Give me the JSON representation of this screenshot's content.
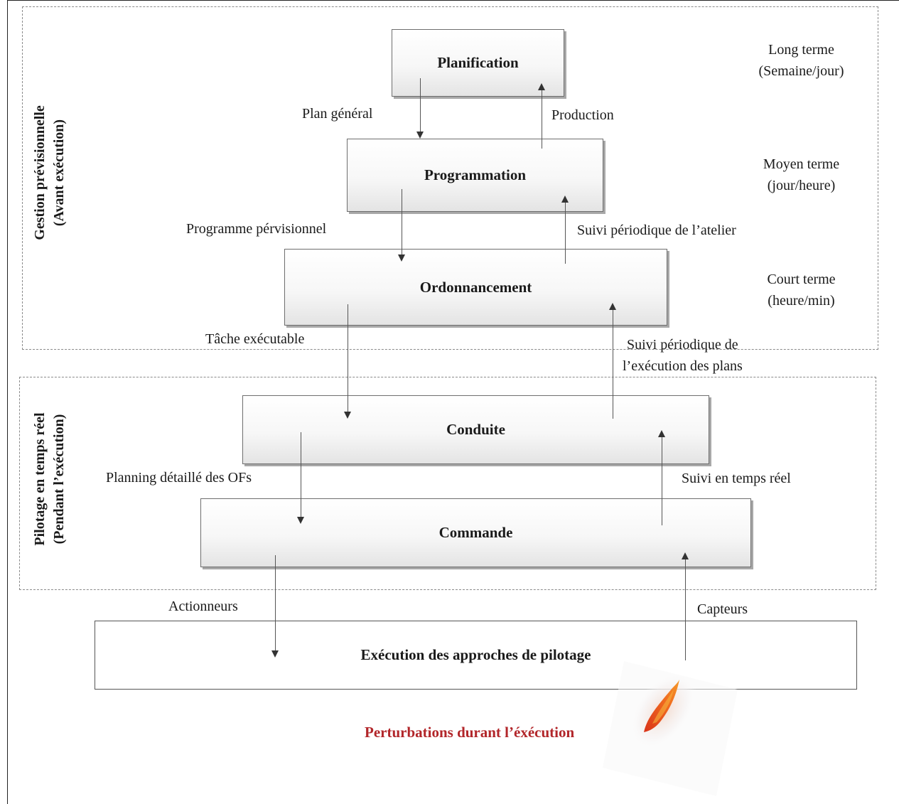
{
  "levels": {
    "planification": "Planification",
    "programmation": "Programmation",
    "ordonnancement": "Ordonnancement",
    "conduite": "Conduite",
    "commande": "Commande",
    "execution": "Exécution des approches de pilotage"
  },
  "horizons": {
    "long_1": "Long terme",
    "long_2": "(Semaine/jour)",
    "moyen_1": "Moyen terme",
    "moyen_2": "(jour/heure)",
    "court_1": "Court terme",
    "court_2": "(heure/min)"
  },
  "flows": {
    "plan_general": "Plan général",
    "production": "Production",
    "programme": "Programme pérvisionnel",
    "suivi_atelier": "Suivi périodique de l’atelier",
    "tache": "Tâche exécutable",
    "suivi_plans_1": "Suivi périodique de",
    "suivi_plans_2": "l’exécution des plans",
    "planning": "Planning détaillé des OFs",
    "suivi_reel": "Suivi en temps réel",
    "actionneurs": "Actionneurs",
    "capteurs": "Capteurs"
  },
  "zones": {
    "gestion_1": "Gestion prévisionnelle",
    "gestion_2": "(Avant exécution)",
    "pilotage_1": "Pilotage en temps réel",
    "pilotage_2": "(Pendant l’exécution)"
  },
  "perturbation": "Perturbations durant l’éxécution",
  "colors": {
    "perturbation_text": "#b2262a",
    "flame": "#e2571b"
  },
  "icons": {
    "disturbance": "flame-icon"
  }
}
